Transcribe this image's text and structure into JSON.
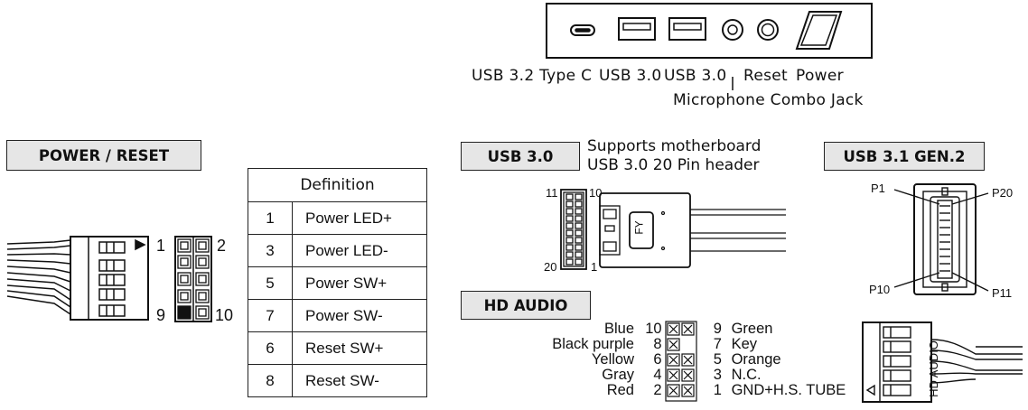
{
  "front_panel": {
    "labels": {
      "usb_c": "USB 3.2 Type C",
      "usb3_a": "USB 3.0",
      "usb3_b": "USB 3.0",
      "reset": "Reset",
      "power": "Power",
      "mic": "Microphone Combo Jack"
    }
  },
  "power_reset": {
    "title": "POWER / RESET",
    "pin_labels": {
      "top_left": "1",
      "top_right": "2",
      "bottom_left": "9",
      "bottom_right": "10"
    },
    "table": {
      "header": "Definition",
      "rows": [
        {
          "pin": "1",
          "name": "Power LED+"
        },
        {
          "pin": "3",
          "name": "Power LED-"
        },
        {
          "pin": "5",
          "name": "Power SW+"
        },
        {
          "pin": "7",
          "name": "Power SW-"
        },
        {
          "pin": "6",
          "name": "Reset SW+"
        },
        {
          "pin": "8",
          "name": "Reset SW-"
        }
      ]
    }
  },
  "usb30": {
    "title": "USB 3.0",
    "note_line1": "Supports motherboard",
    "note_line2": "USB 3.0 20 Pin header",
    "pins": {
      "tl": "11",
      "tr": "10",
      "bl": "20",
      "br": "1"
    },
    "plug_text": "FY"
  },
  "usb31": {
    "title": "USB 3.1 GEN.2",
    "pins": {
      "p1": "P1",
      "p20": "P20",
      "p10": "P10",
      "p11": "P11"
    }
  },
  "hd_audio": {
    "title": "HD AUDIO",
    "rows": [
      {
        "left": "Blue",
        "lnum": "10",
        "rnum": "9",
        "right": "Green"
      },
      {
        "left": "Black purple",
        "lnum": "8",
        "rnum": "7",
        "right": "Key"
      },
      {
        "left": "Yellow",
        "lnum": "6",
        "rnum": "5",
        "right": "Orange"
      },
      {
        "left": "Gray",
        "lnum": "4",
        "rnum": "3",
        "right": "N.C."
      },
      {
        "left": "Red",
        "lnum": "2",
        "rnum": "1",
        "right": "GND+H.S. TUBE"
      }
    ],
    "plug_text": "HD AUDIO"
  }
}
